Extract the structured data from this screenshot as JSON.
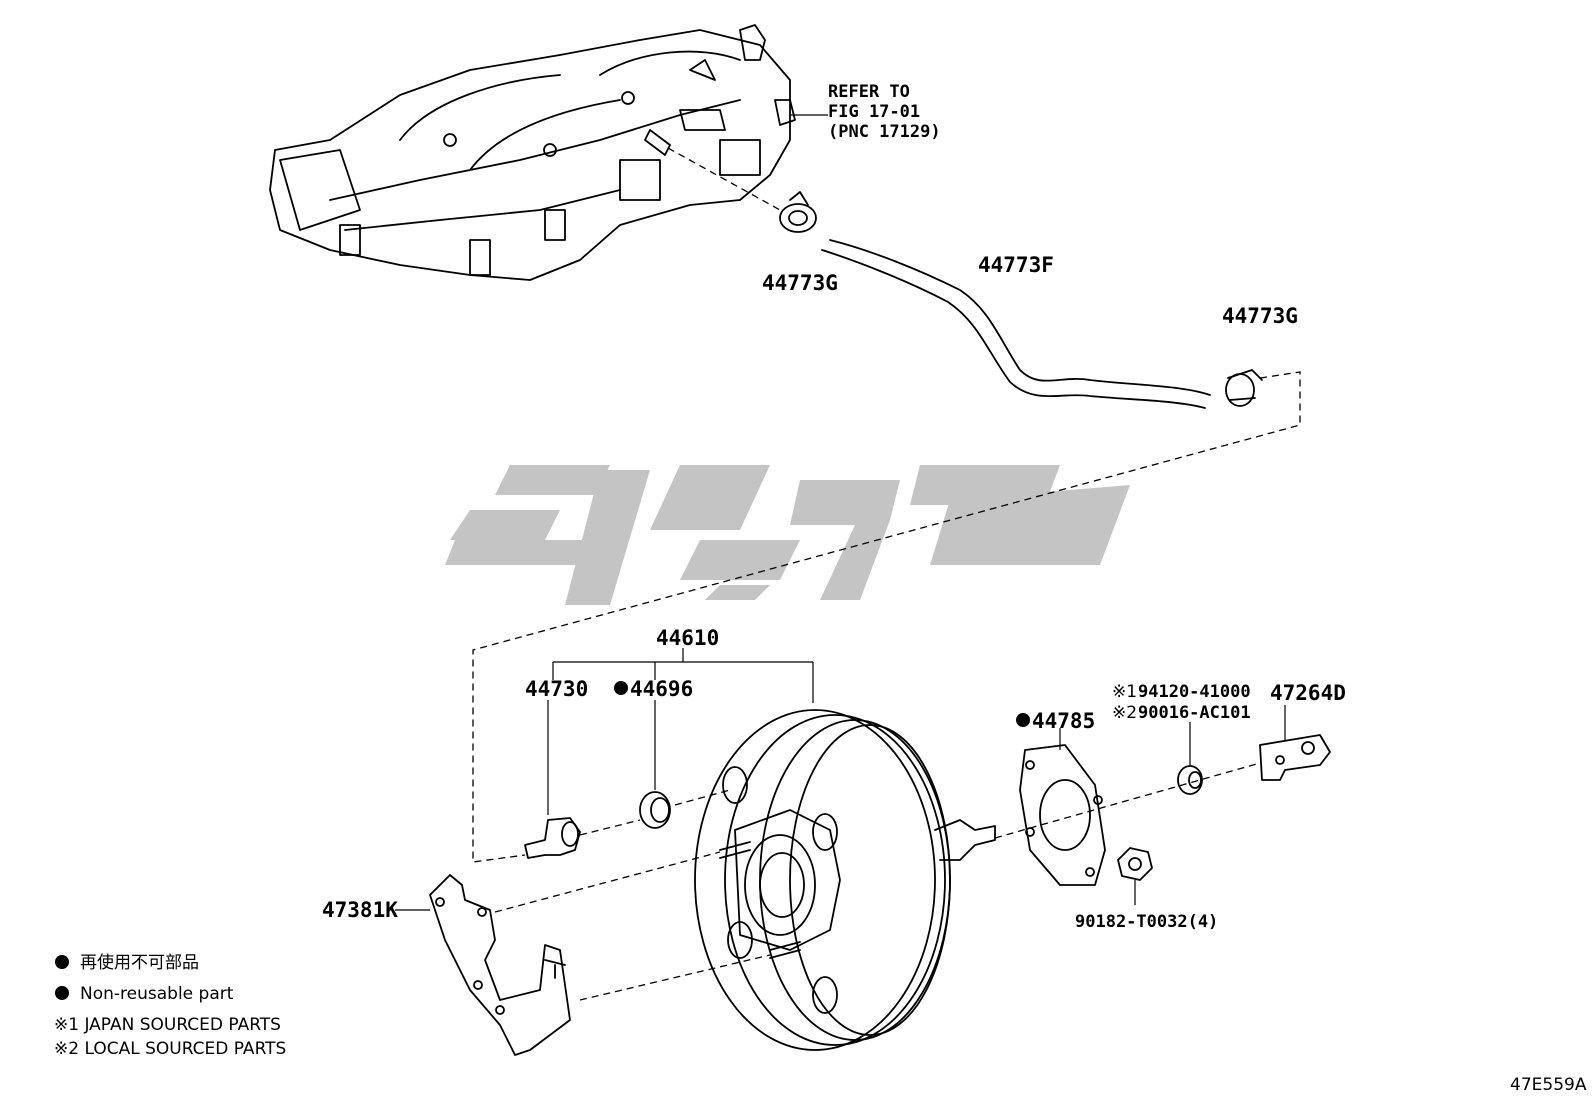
{
  "reference": {
    "line1": "REFER TO",
    "line2": "FIG 17-01",
    "line3": "(PNC 17129)"
  },
  "parts": {
    "clamp_upper": "44773G",
    "hose": "44773F",
    "clamp_lower": "44773G",
    "booster_assembly": "44610",
    "check_valve": "44730",
    "grommet": "44696",
    "gasket": "44785",
    "clevis": "47264D",
    "japan_nut": "94120-41000",
    "local_nut": "90016-AC101",
    "bracket": "47381K",
    "nut": "90182-T0032(4)"
  },
  "marks": {
    "japan": "※1",
    "local": "※2"
  },
  "legend": {
    "non_reusable_jp": "再使用不可部品",
    "non_reusable_en": "Non-reusable part",
    "japan_sourced": "※1 JAPAN SOURCED PARTS",
    "local_sourced": "※2 LOCAL SOURCED PARTS"
  },
  "diagram_id": "47E559A",
  "colors": {
    "line": "#000000",
    "watermark": "#c4c4c4",
    "background": "#ffffff"
  }
}
